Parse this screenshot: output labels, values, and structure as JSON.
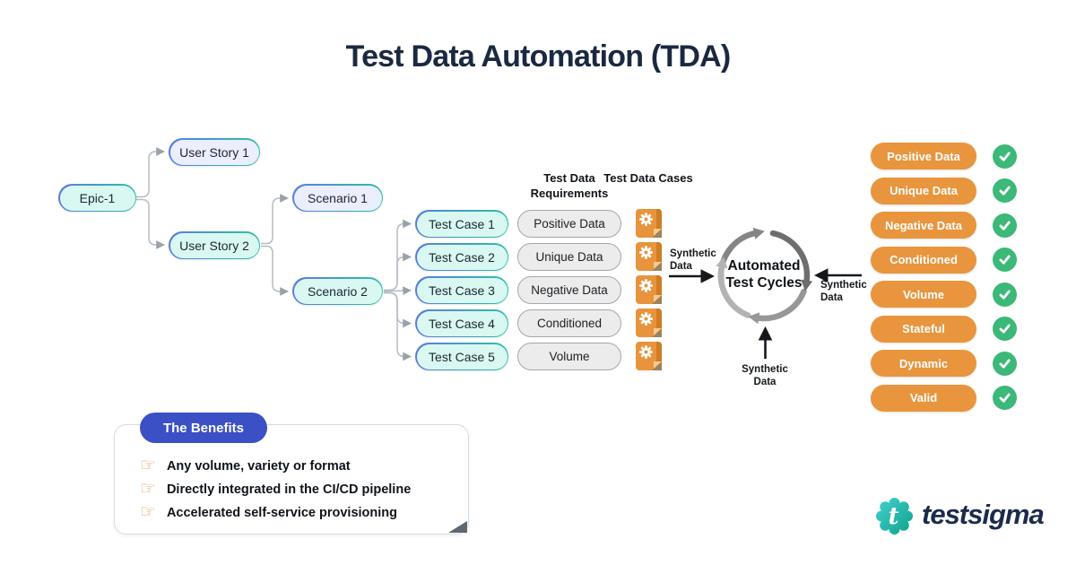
{
  "title": "Test Data Automation (TDA)",
  "tree": {
    "epic": "Epic-1",
    "user_stories": [
      "User Story 1",
      "User Story 2"
    ],
    "scenarios": [
      "Scenario 1",
      "Scenario 2"
    ],
    "test_cases": [
      "Test Case 1",
      "Test Case 2",
      "Test Case 3",
      "Test Case 4",
      "Test Case 5"
    ]
  },
  "columns": {
    "requirements_header": "Test Data Requirements",
    "cases_header": "Test Data Cases",
    "requirements": [
      "Positive Data",
      "Unique Data",
      "Negative Data",
      "Conditioned",
      "Volume"
    ],
    "case_icons": [
      "gear-file-icon",
      "gear-file-icon",
      "gear-file-icon",
      "gear-file-icon",
      "gear-file-icon"
    ]
  },
  "cycle": {
    "label": "Automated Test Cycles",
    "input_left": "Synthetic Data",
    "input_right": "Synthetic Data",
    "input_bottom": "Synthetic Data"
  },
  "outputs": [
    "Positive Data",
    "Unique Data",
    "Negative Data",
    "Conditioned",
    "Volume",
    "Stateful",
    "Dynamic",
    "Valid"
  ],
  "benefits": {
    "title": "The Benefits",
    "items": [
      "Any volume, variety or format",
      "Directly integrated in the CI/CD pipeline",
      "Accelerated self-service provisioning"
    ]
  },
  "brand": {
    "name": "testsigma"
  },
  "colors": {
    "accent_orange": "#E8953E",
    "accent_green": "#3CB878",
    "accent_blue": "#3B50C4",
    "mint_fill": "#D9F8F1",
    "lavender_fill": "#EAEEFD",
    "border_gradient_start": "#5B7BE0",
    "border_gradient_end": "#2CC0A6",
    "title_navy": "#1B2940"
  }
}
